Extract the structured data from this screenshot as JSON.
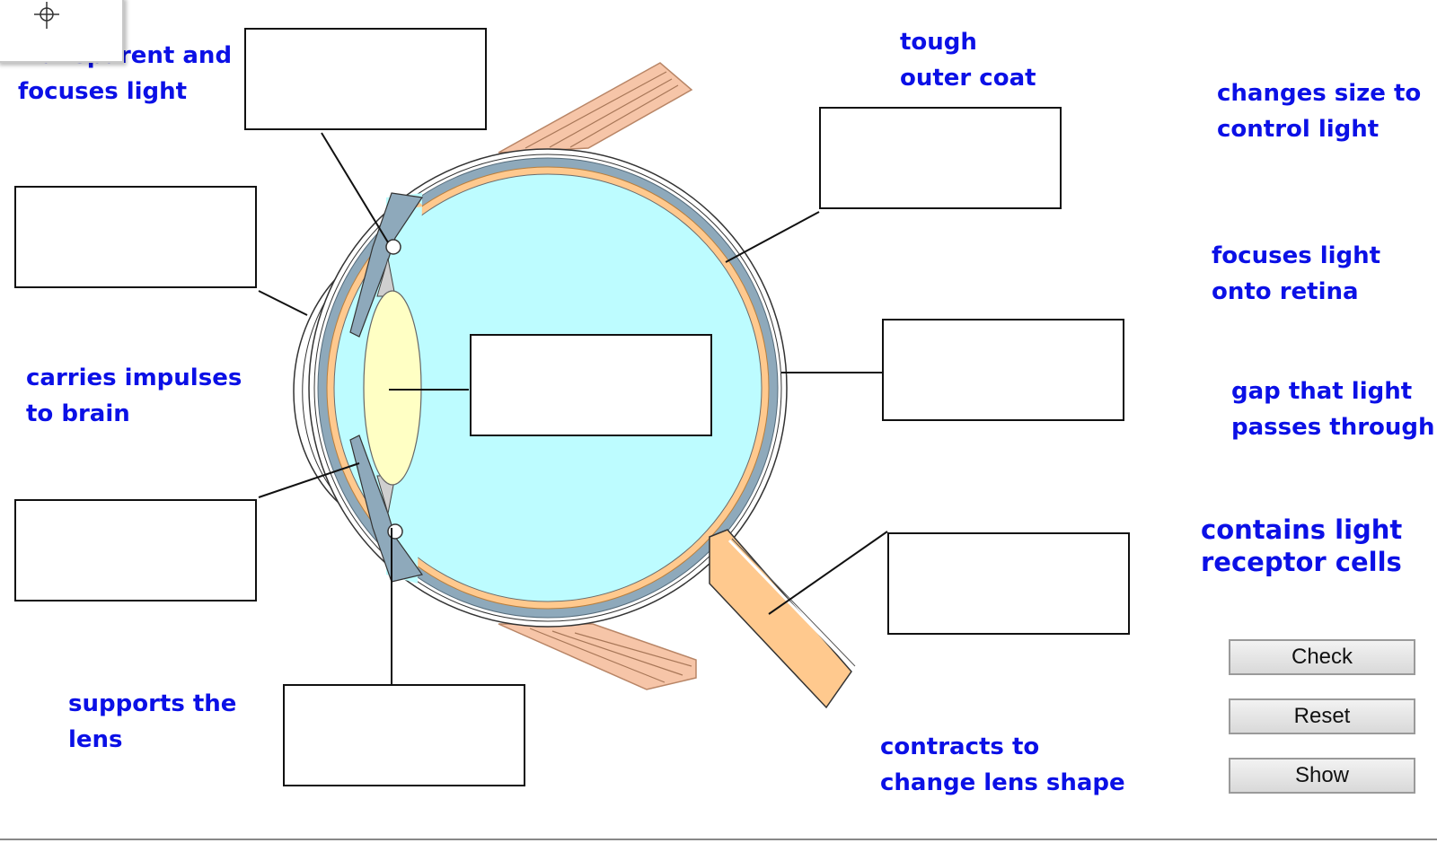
{
  "labels": {
    "cornea": [
      "transparent and",
      "focuses light"
    ],
    "sclera": [
      "tough",
      "outer coat"
    ],
    "iris": [
      "changes size to",
      "control light"
    ],
    "lens": [
      "focuses light",
      "onto retina"
    ],
    "optic_nerve": [
      "carries impulses",
      "to brain"
    ],
    "pupil": [
      "gap that light",
      "passes through"
    ],
    "retina": [
      "contains light",
      "receptor cells"
    ],
    "suspensory_ligaments": [
      "supports the",
      "lens"
    ],
    "ciliary_muscle": [
      "contracts to",
      "change lens shape"
    ]
  },
  "buttons": {
    "check": "Check",
    "reset": "Reset",
    "show": "Show"
  },
  "colors": {
    "label_text": "#0b10e6",
    "vitreous": "#bdfcff",
    "choroid": "#8ea9bb",
    "retina_layer": "#ffc98e",
    "lens": "#ffffc4",
    "muscle": "#f6c5a8"
  },
  "icons": {
    "corner": "crosshair-icon"
  }
}
